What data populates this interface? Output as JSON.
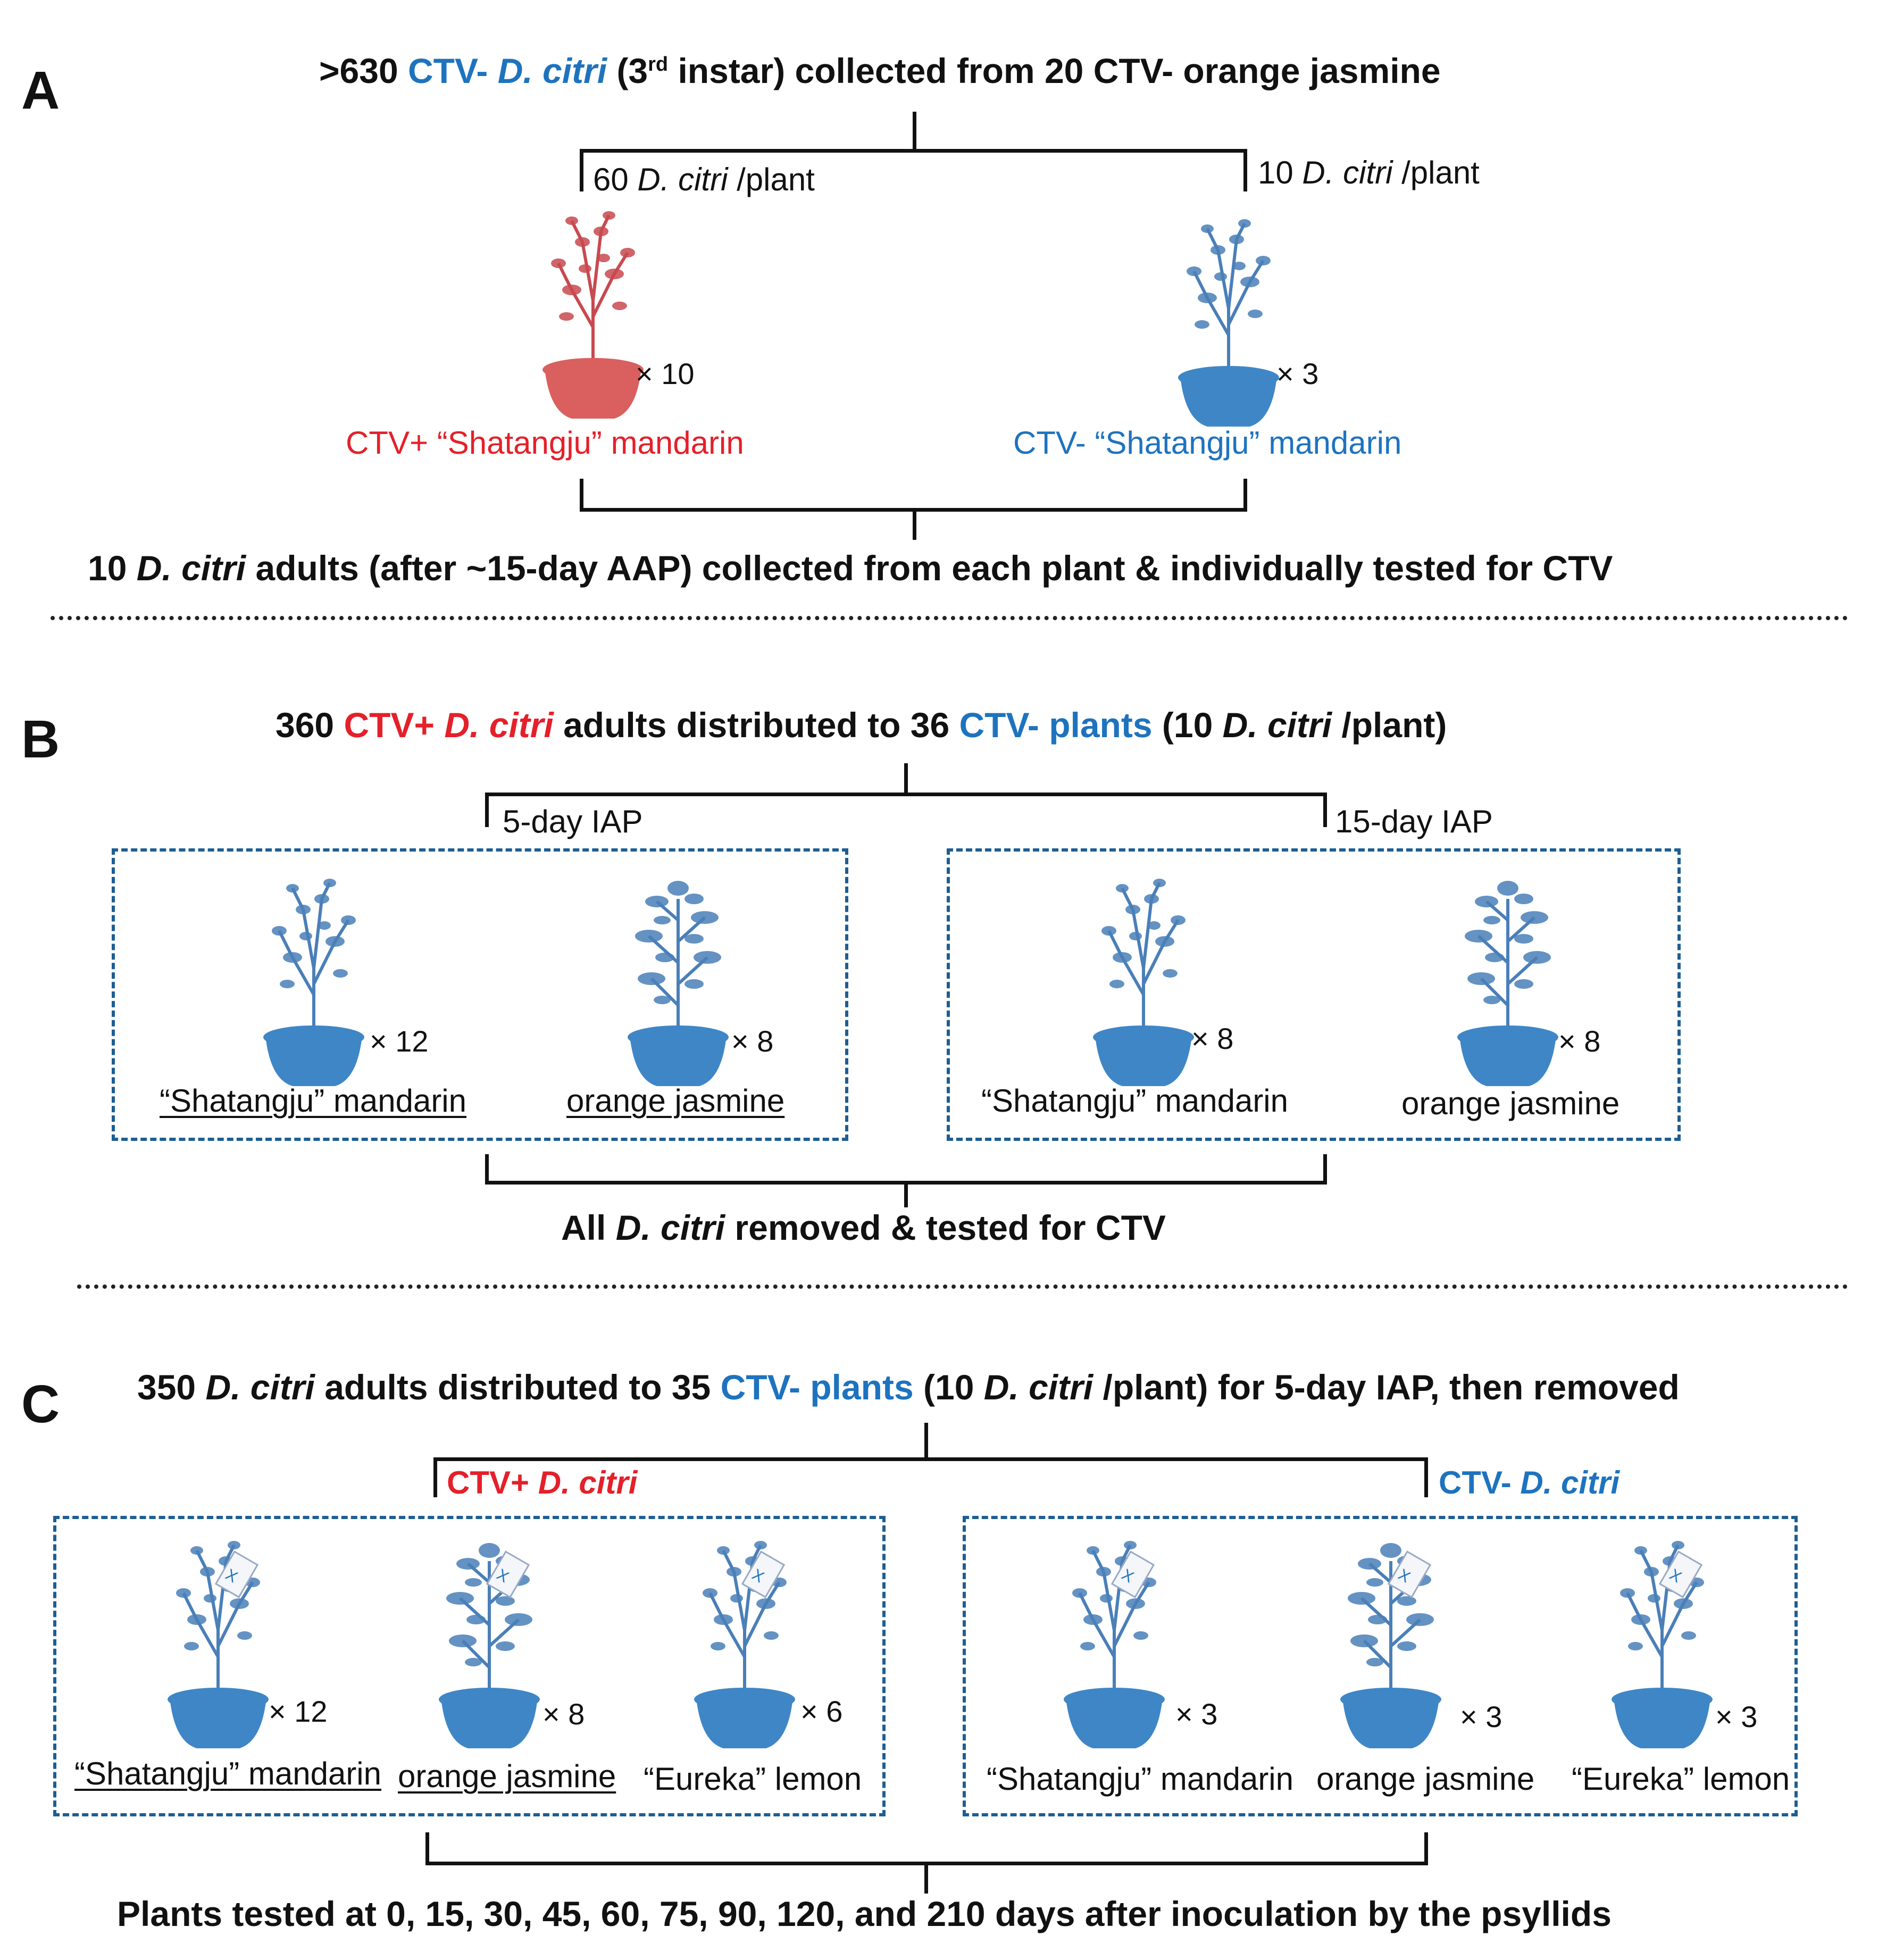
{
  "colors": {
    "ctv_pos_pot": "#d9605e",
    "ctv_pos_leaf": "#c8494f",
    "ctv_neg_pot": "#3f86c6",
    "ctv_neg_leaf": "#4a7fb8",
    "blue_text": "#1e73be",
    "red_text": "#e4202a",
    "box_border": "#1d5e94"
  },
  "panelA": {
    "letter": "A",
    "title": {
      "count": ">630",
      "ctvneg": "CTV-",
      "dc": "D. citri",
      "paren_open": "(3",
      "sup": "rd",
      "paren_rest": "instar) collected from 20 CTV- orange jasmine"
    },
    "left_branch": {
      "num": "60",
      "dc": "D. citri",
      "rest": "/plant"
    },
    "right_branch": {
      "num": "10",
      "dc": "D. citri",
      "rest": "/plant"
    },
    "left_plant": {
      "count": "× 10",
      "label": "CTV+ “Shatangju” mandarin",
      "icon": "mandarin-tree-red-icon"
    },
    "right_plant": {
      "count": "× 3",
      "label": "CTV- “Shatangju” mandarin",
      "icon": "mandarin-tree-blue-icon"
    },
    "footer": {
      "num": "10",
      "dc": "D. citri",
      "rest": "adults (after ~15-day AAP) collected from each plant & individually tested for CTV"
    }
  },
  "panelB": {
    "letter": "B",
    "title": {
      "num": "360",
      "ctvpos": "CTV+",
      "dc": "D. citri",
      "mid": "adults distributed to 36",
      "ctvneg": "CTV- plants",
      "po": "(10",
      "dc2": "D. citri",
      "pc": "/plant)"
    },
    "left_branch": "5-day IAP",
    "right_branch": "15-day IAP",
    "left_box": [
      {
        "count": "× 12",
        "label": "“Shatangju” mandarin"
      },
      {
        "count": "× 8",
        "label": "orange jasmine"
      }
    ],
    "right_box": [
      {
        "count": "× 8",
        "label": "“Shatangju” mandarin"
      },
      {
        "count": "× 8",
        "label": "orange jasmine"
      }
    ],
    "footer": {
      "all": "All",
      "dc": "D. citri",
      "rest": "removed & tested for CTV"
    }
  },
  "panelC": {
    "letter": "C",
    "title": {
      "num": "350",
      "dc": "D. citri",
      "mid": "adults distributed to 35",
      "ctvneg": "CTV- plants",
      "po": "(10",
      "dc2": "D. citri",
      "pc": "/plant) for 5-day IAP, then removed"
    },
    "left_branch": {
      "ctv": "CTV+",
      "dc": "D. citri"
    },
    "right_branch": {
      "ctv": "CTV-",
      "dc": "D. citri"
    },
    "left_box": [
      {
        "count": "× 12",
        "label": "“Shatangju” mandarin"
      },
      {
        "count": "× 8",
        "label": "orange jasmine"
      },
      {
        "count": "× 6",
        "label": "“Eureka” lemon"
      }
    ],
    "right_box": [
      {
        "count": "× 3",
        "label": "“Shatangju” mandarin"
      },
      {
        "count": "× 3",
        "label": "orange jasmine"
      },
      {
        "count": "× 3",
        "label": "“Eureka” lemon"
      }
    ],
    "footer": "Plants tested at 0, 15, 30, 45, 60, 75, 90, 120, and 210 days after inoculation by the psyllids"
  }
}
